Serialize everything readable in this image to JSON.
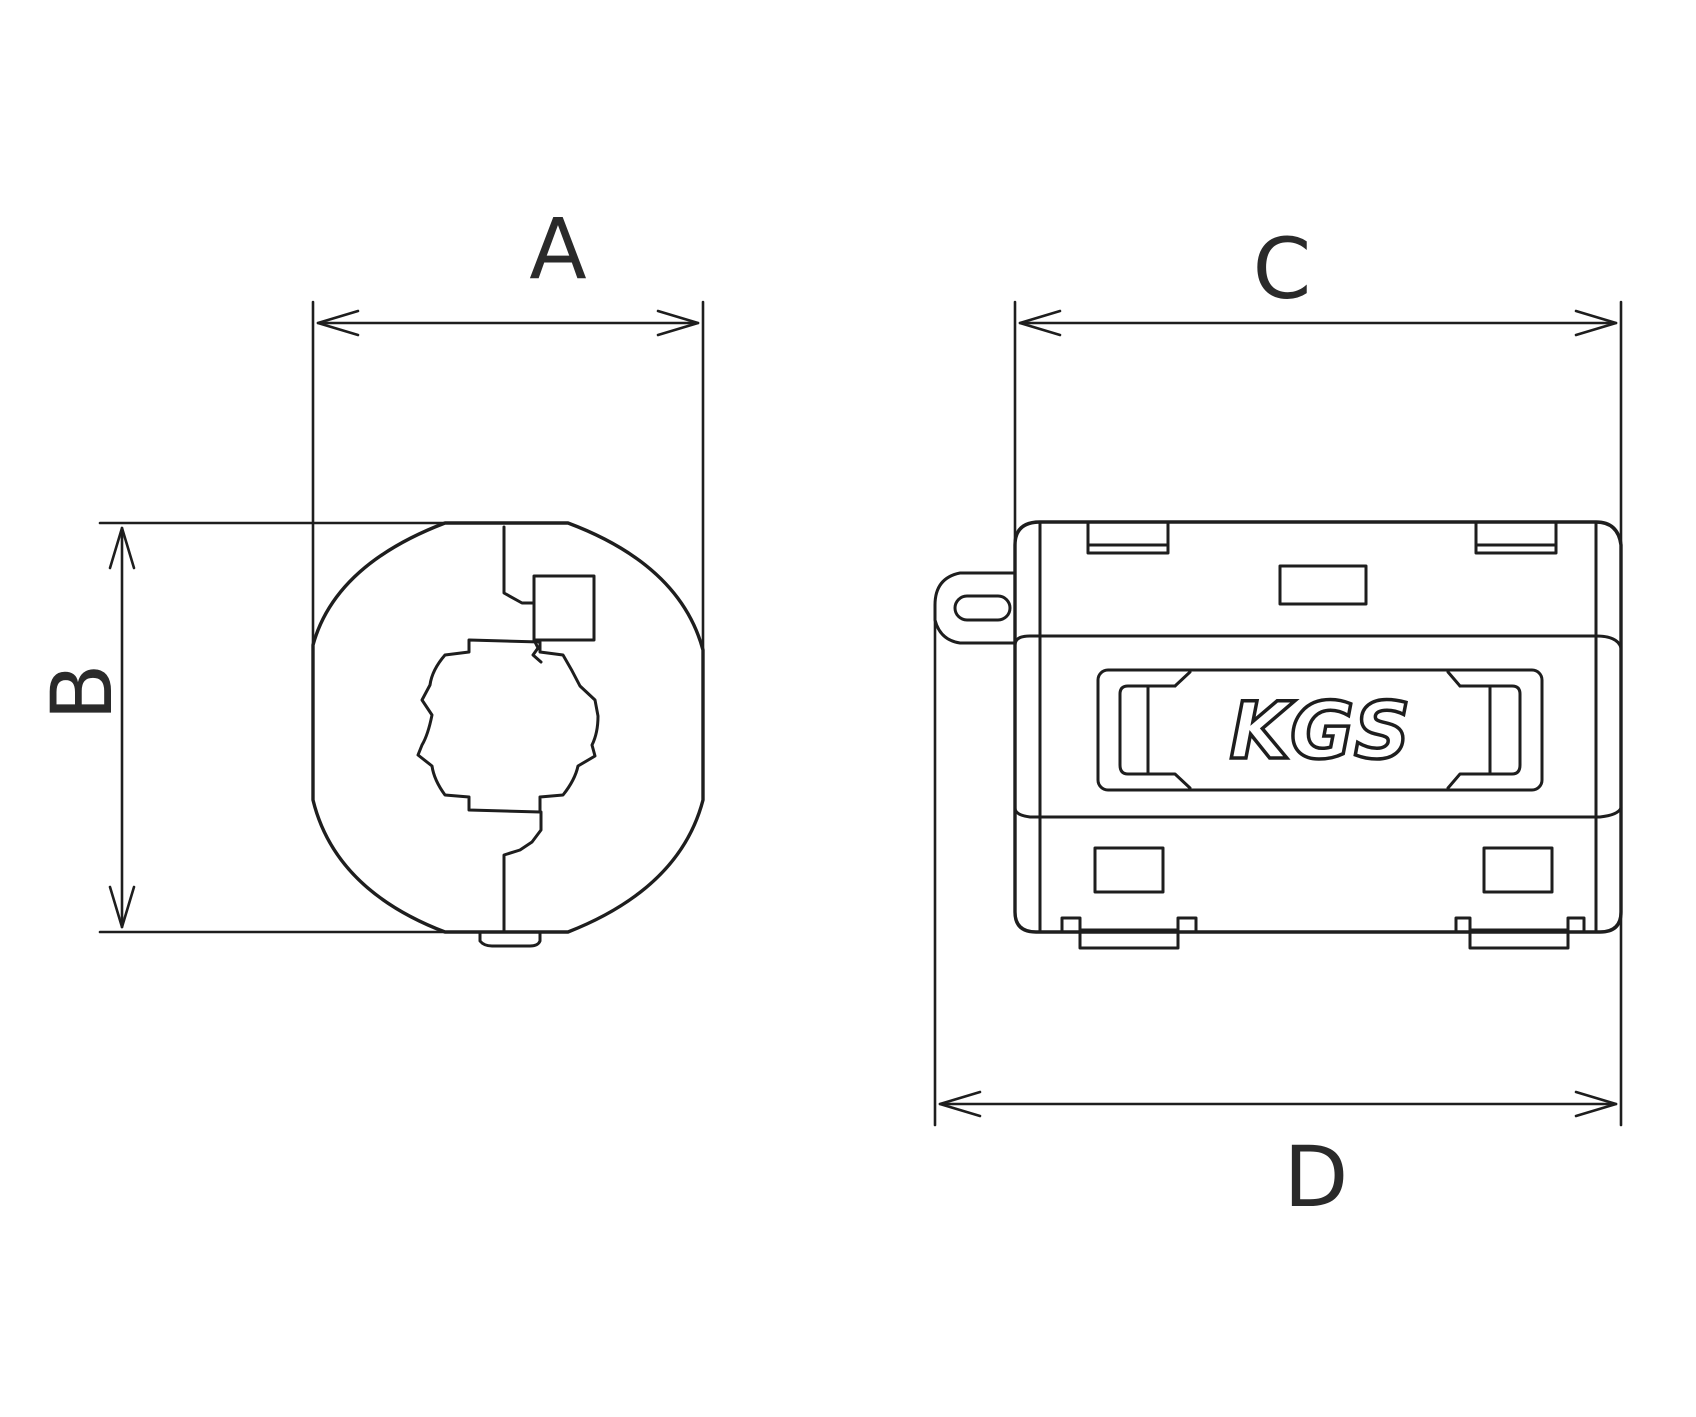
{
  "dimensions": {
    "a_label": "A",
    "b_label": "B",
    "c_label": "C",
    "d_label": "D"
  },
  "logo": {
    "text": "KGS"
  },
  "colors": {
    "line": "#1e1e1e",
    "label": "#2a2a2a",
    "background": "#ffffff"
  }
}
